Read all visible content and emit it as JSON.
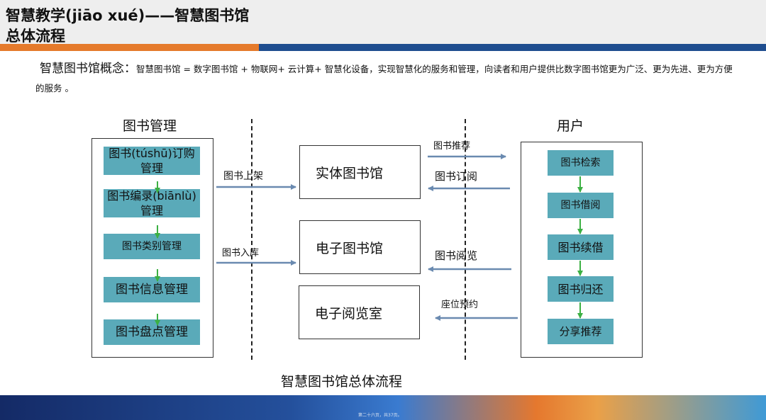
{
  "header": {
    "title_line1": "智慧教学(jiāo xué)——智慧图书馆",
    "title_line2": "总体流程"
  },
  "concept": {
    "label": "智慧图书馆概念：",
    "text": "智慧图书馆 = 数字图书馆 + 物联网+ 云计算+ 智慧化设备，实现智慧化的服务和管理，向读者和用户提供比数字图书馆更为广泛、更为先进、更为方便的服务 。"
  },
  "management": {
    "title": "图书管理",
    "items": [
      "图书(túshū)订购管理",
      "图书编录(biānlù)管理",
      "图书类别管理",
      "图书信息管理",
      "图书盘点管理"
    ]
  },
  "libraries": [
    "实体图书馆",
    "电子图书馆",
    "电子阅览室"
  ],
  "left_arrows": [
    "图书上架",
    "图书入库"
  ],
  "right_arrows": [
    "图书推荐",
    "图书订阅",
    "图书阅览",
    "座位预约"
  ],
  "user": {
    "title": "用户",
    "items": [
      "图书检索",
      "图书借阅",
      "图书续借",
      "图书归还",
      "分享推荐"
    ]
  },
  "caption": "智慧图书馆总体流程",
  "footer": "第二十六页，共37页。"
}
